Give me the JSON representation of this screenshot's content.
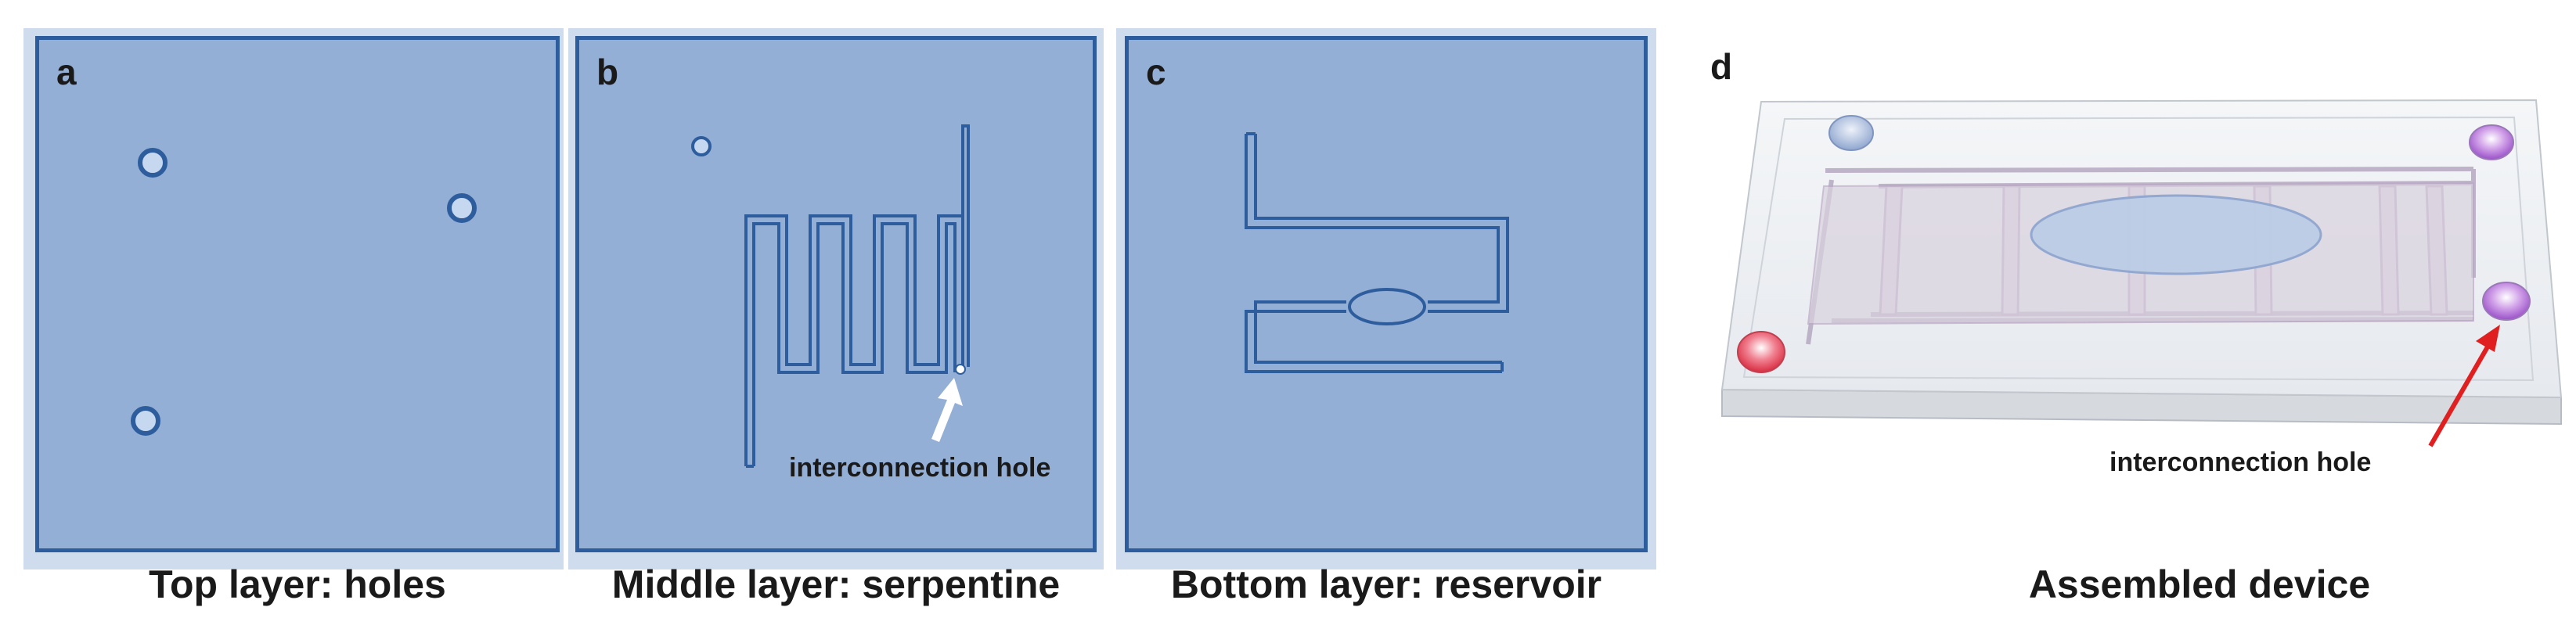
{
  "panels": {
    "a": {
      "letter": "a",
      "caption": "Top layer: holes"
    },
    "b": {
      "letter": "b",
      "caption": "Middle layer: serpentine",
      "annotation": "interconnection hole"
    },
    "c": {
      "letter": "c",
      "caption": "Bottom layer: reservoir"
    },
    "d": {
      "letter": "d",
      "caption": "Assembled device",
      "annotation": "interconnection hole"
    }
  },
  "colors": {
    "layer_fill": "#94afd6",
    "layer_border": "#2e5d9e",
    "channel": "#2e5d9e",
    "arrow_b": "#ffffff",
    "arrow_d": "#e02020",
    "hole_red": "#e83a4a",
    "hole_purple": "#b070d0",
    "hole_blue": "#8fa6cf"
  }
}
